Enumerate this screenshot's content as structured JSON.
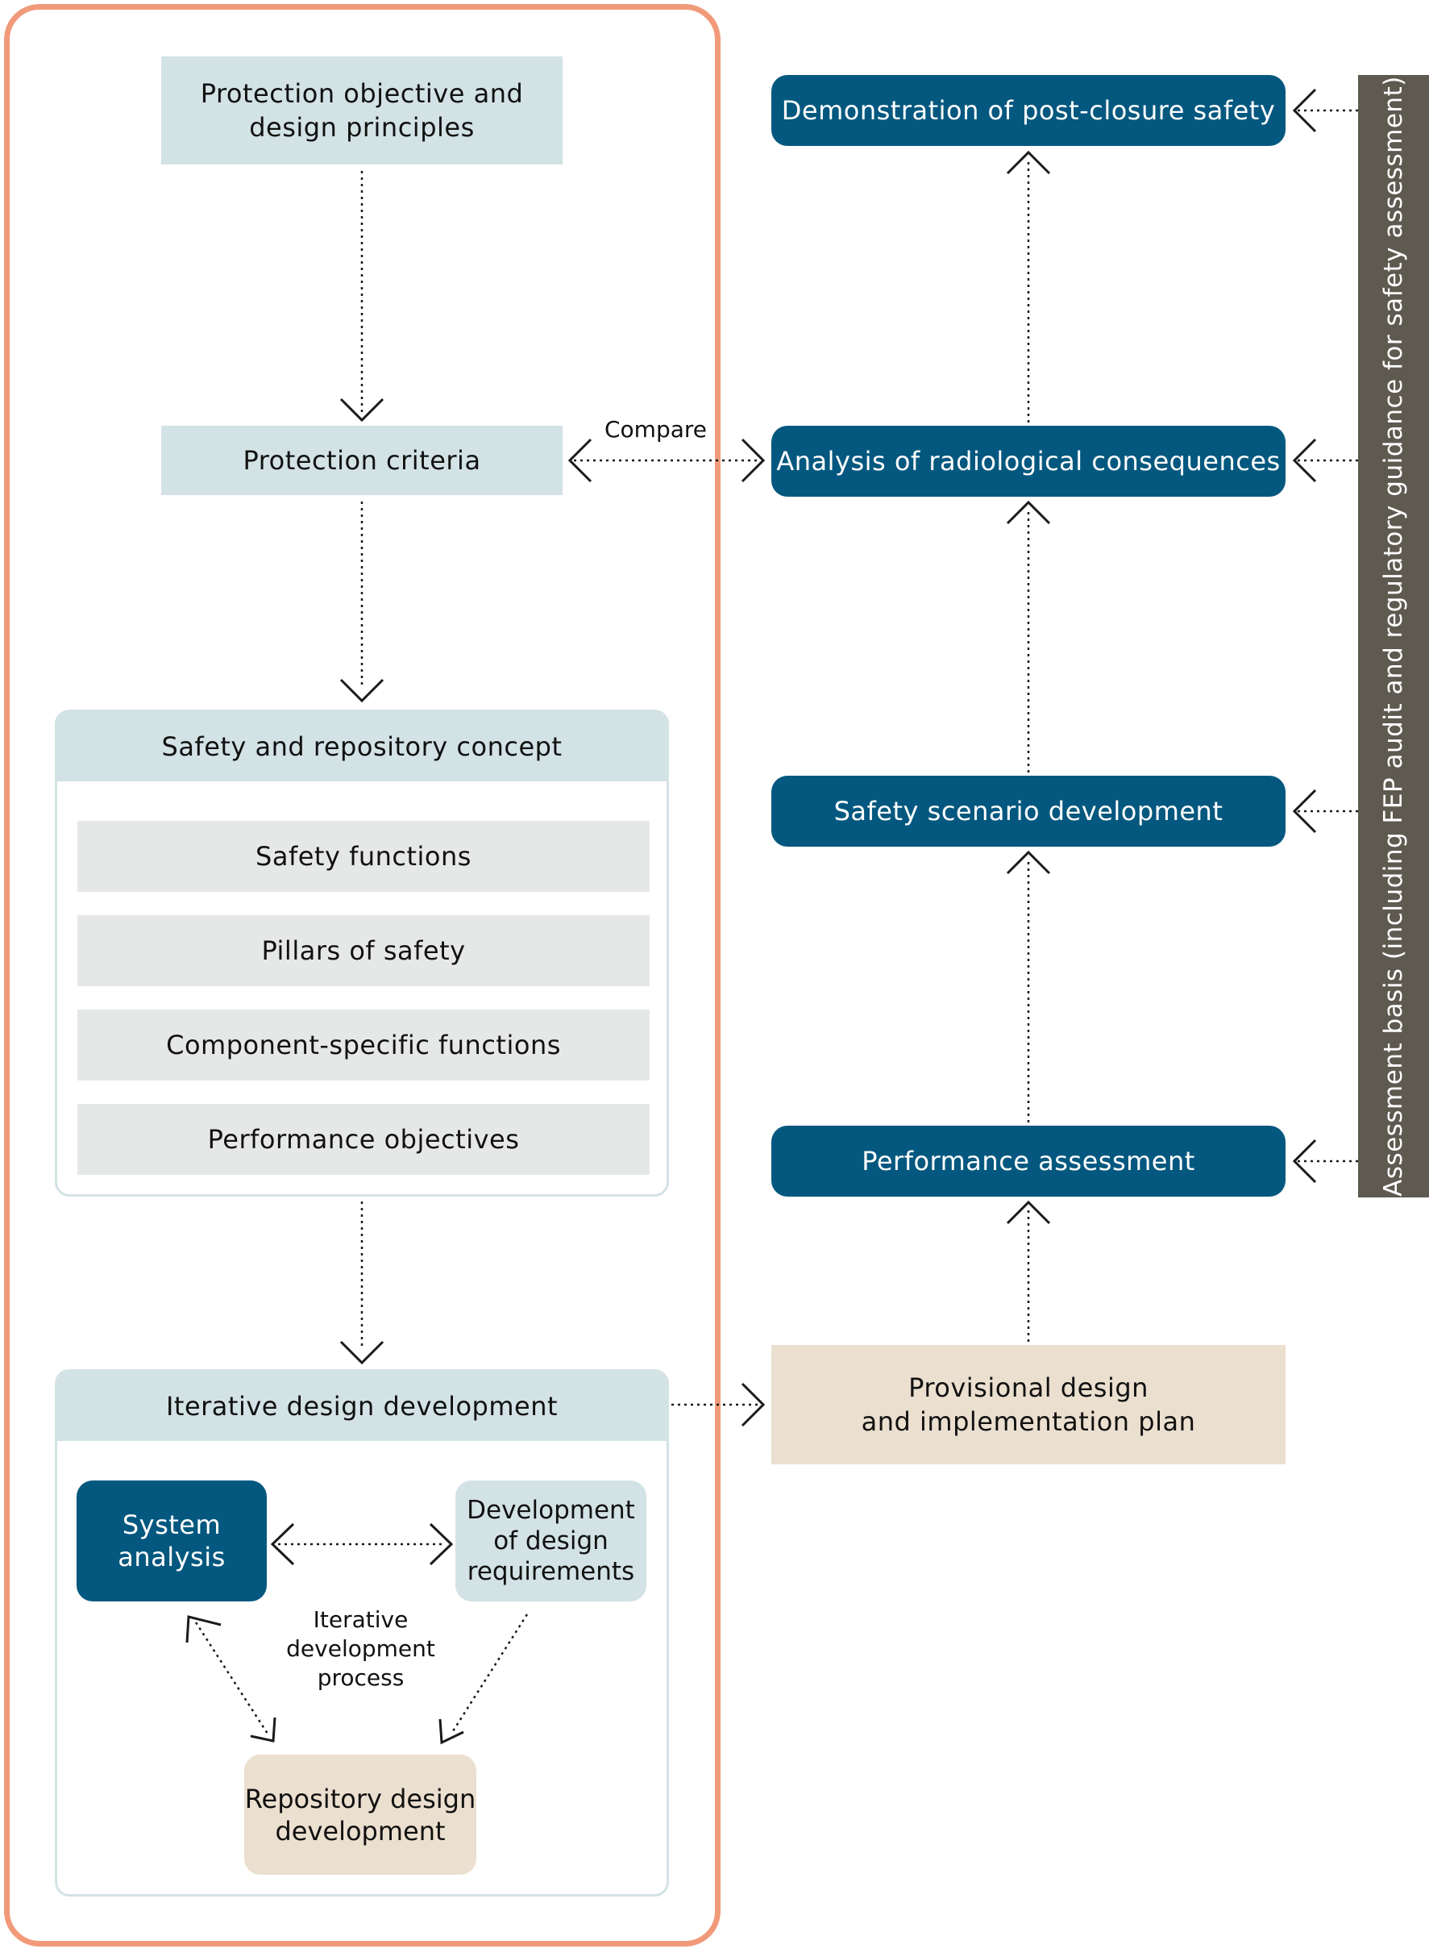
{
  "left_column": {
    "protection_objective": "Protection objective and\ndesign principles",
    "protection_criteria": "Protection criteria",
    "compare_label": "Compare",
    "safety_concept": {
      "title": "Safety and repository concept",
      "items": [
        "Safety functions",
        "Pillars of safety",
        "Component-specific functions",
        "Performance objectives"
      ]
    },
    "iterative": {
      "title": "Iterative design development",
      "system_analysis": "System\nanalysis",
      "design_requirements": "Development\nof design\nrequirements",
      "process_label": "Iterative\ndevelopment\nprocess",
      "repository_design": "Repository design\ndevelopment"
    }
  },
  "right_column": {
    "demonstration": "Demonstration of  post-closure safety",
    "radiological": "Analysis of radiological consequences",
    "scenario": "Safety scenario development",
    "performance": "Performance assessment",
    "provisional": "Provisional design\nand implementation plan"
  },
  "sidebar": {
    "label": "Assessment basis (including FEP audit and regulatory guidance for safety assessment)"
  },
  "colors": {
    "frame": "#f19a7a",
    "light_box": "#d3e2e4",
    "dark_box": "#04587f",
    "grey_box": "#e6e8e7",
    "beige_box": "#ebdfcf",
    "sidebar": "#5e5a50"
  }
}
